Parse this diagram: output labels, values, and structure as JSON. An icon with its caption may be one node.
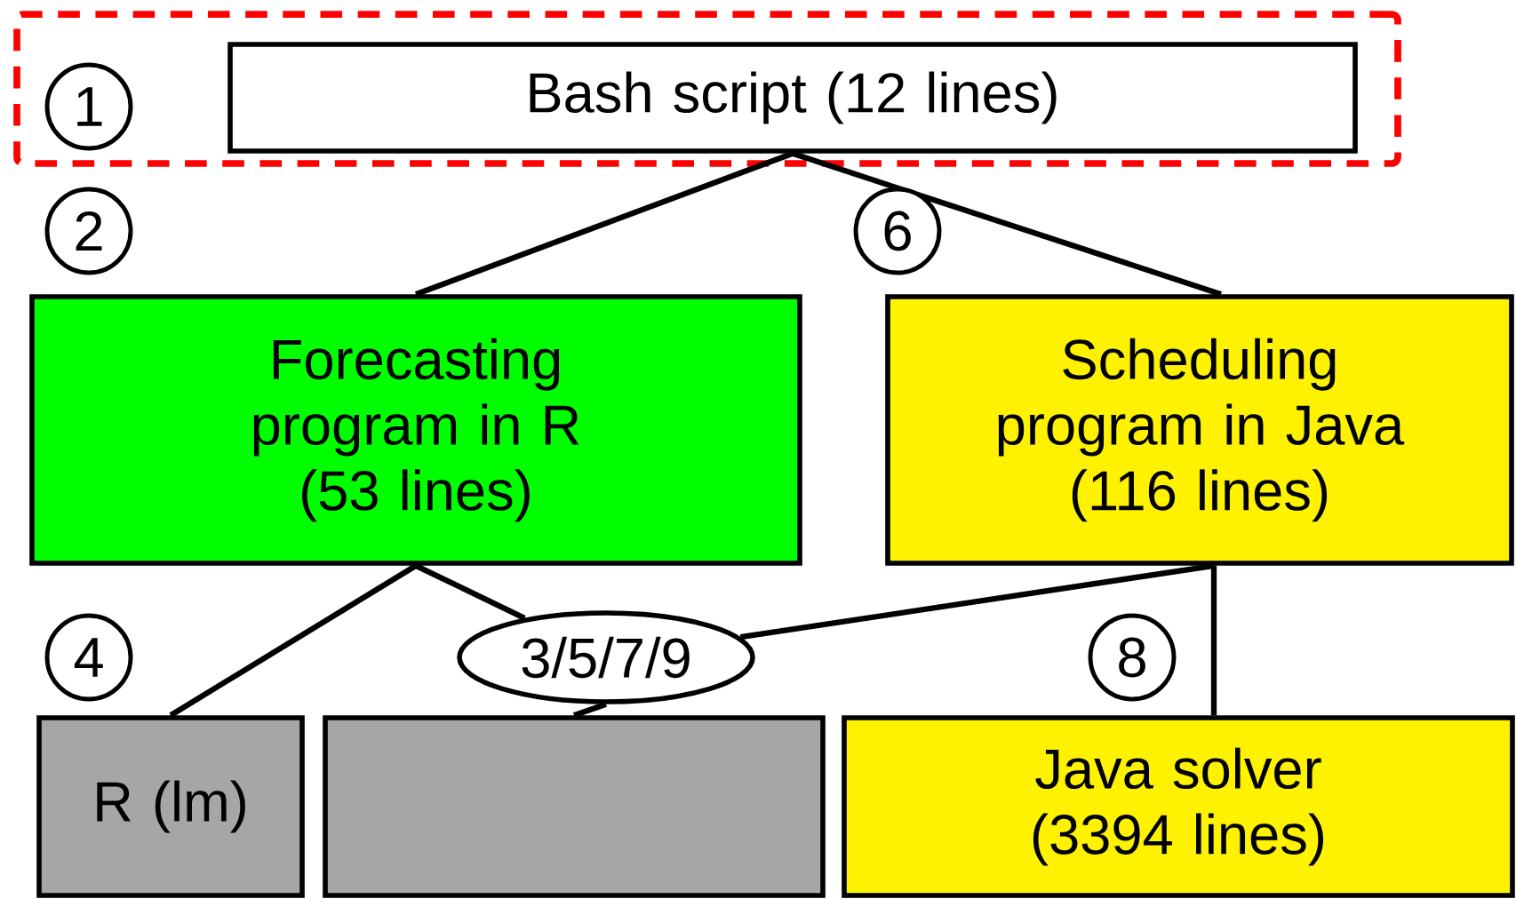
{
  "diagram": {
    "nodes": [
      {
        "text": [],
        "shape": "box"
      },
      {
        "text": [
          "Bash script (12 lines)"
        ],
        "in": 0
      },
      {
        "text": [
          "Forecasting program in R",
          "(53 lines)"
        ]
      },
      {
        "text": [
          "Scheduling program in Java",
          "(116 lines)"
        ]
      },
      {
        "text": [
          "3/5/7/9"
        ]
      },
      {
        "text": [
          "R (lm)"
        ]
      },
      {
        "text": [],
        "shape": "box"
      },
      {
        "text": [
          "Java solver (3394 lines)"
        ]
      }
    ],
    "edges": [
      {
        "from": 1,
        "to": 2,
        "arrow": "none"
      },
      {
        "from": 1,
        "to": 3,
        "arrow": "none"
      },
      {
        "from": 2,
        "to": 5,
        "arrow": "none"
      },
      {
        "from": 2,
        "to": 4,
        "arrow": "none"
      },
      {
        "from": 3,
        "to": 4,
        "arrow": "none"
      },
      {
        "from": 4,
        "to": 6,
        "arrow": "none"
      },
      {
        "from": 3,
        "to": 7,
        "arrow": "none"
      }
    ],
    "labels": [
      "1",
      "2",
      "6",
      "4",
      "8"
    ]
  }
}
